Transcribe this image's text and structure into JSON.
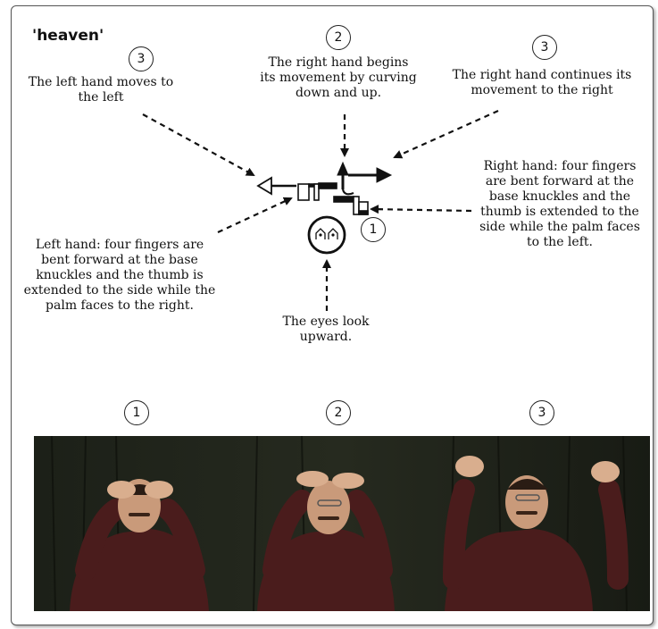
{
  "title": "'heaven'",
  "labels": {
    "left_hand_moves": "The left hand moves to the left",
    "right_hand_begins": "The right hand begins its movement by curving down and up.",
    "right_hand_continues": "The right hand continues its movement to the right",
    "right_hand_shape": "Right hand: four fingers are bent forward at the base knuckles and the thumb is extended to the side while the palm faces to the left.",
    "left_hand_shape": "Left hand: four fingers are bent forward at the base knuckles and the thumb is extended to the side while the palm faces to the right.",
    "eyes": "The eyes look upward."
  },
  "step_markers": {
    "left_hand": "3",
    "right_begin": "2",
    "right_continue": "3",
    "face": "1"
  },
  "photo_steps": [
    "1",
    "2",
    "3"
  ]
}
